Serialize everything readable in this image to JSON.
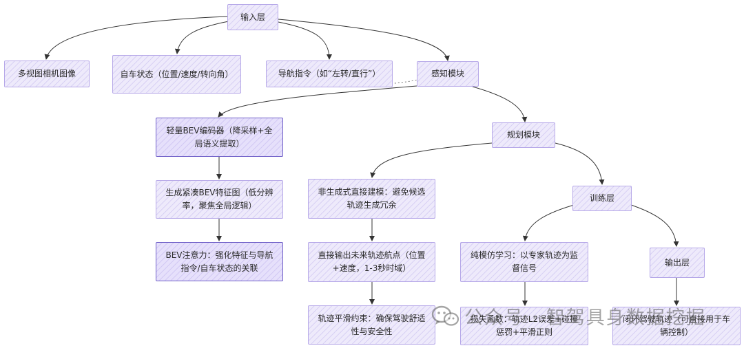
{
  "nodes": {
    "input_layer": "输入层",
    "multi_camera": "多视图相机图像",
    "ego_state": "自车状态（位置/速度/转向角）",
    "nav_command": "导航指令（如“左转/直行”）",
    "perception": "感知模块",
    "bev_encoder": "轻量BEV编码器（降采样+全局语义提取）",
    "bev_feature": "生成紧凑BEV特征图（低分辨率，聚焦全局逻辑）",
    "bev_attention": "BEV注意力：强化特征与导航指令/自车状态的关联",
    "planning": "规划模块",
    "non_generative": "非生成式直接建模：避免候选轨迹生成冗余",
    "direct_output": "直接输出未来轨迹航点（位置+速度，1-3秒时域）",
    "smoothing": "轨迹平滑约束：确保驾驶舒适性与安全性",
    "training_layer": "训练层",
    "imitation": "纯模仿学习：以专家轨迹为监督信号",
    "loss": "损失函数：轨迹L2误差+碰撞惩罚+平滑正则",
    "output_layer": "输出层",
    "closed_loop": "闭环驾驶轨迹（可直接用于车辆控制）"
  },
  "watermark": {
    "text": "公众号 · 智驾具身数据挖掘",
    "icon": "wechat-icon"
  },
  "colors": {
    "node_fill": "#eeeafb",
    "node_border": "#b6a8e8",
    "node_border_strong": "#6f5fc8",
    "edge": "#333333"
  }
}
